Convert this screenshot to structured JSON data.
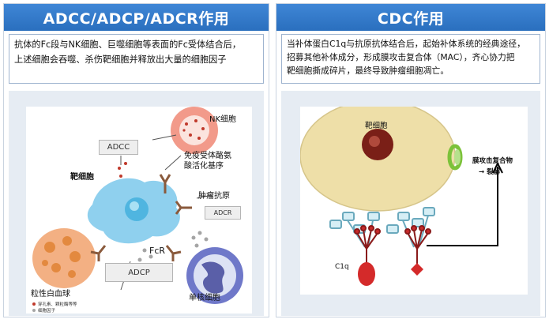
{
  "left_panel": {
    "title": "ADCC/ADCP/ADCR作用",
    "description_line1": "抗体的Fc段与NK细胞、巨噬细胞等表面的Fc受体结合后，",
    "description_line2": "上述细胞会吞噬、杀伤靶细胞并释放出大量的细胞因子",
    "figure": {
      "adcc_label": "ADCC",
      "nk_label": "NK细胞",
      "receptor_label_line1": "免疫受体酪氨",
      "receptor_label_line2": "酸活化基序",
      "target_label": "靶细胞",
      "antigen_label": "肿瘤抗原",
      "adcr_label": "ADCR",
      "fcr_label": "FcR",
      "adcp_label": "ADCP",
      "granulocyte_label": "粒性白血球",
      "monocyte_label": "单核细胞",
      "legend_item1": "穿孔素、颗粒酶等等",
      "legend_item2": "细胞因子"
    }
  },
  "right_panel": {
    "title": "CDC作用",
    "description_line1": "当补体蛋白C1q与抗原抗体结合后，起始补体系统的经典途径，",
    "description_line2": "招募其他补体成分，形成膜攻击复合体（MAC），齐心协力把",
    "description_line3": "靶细胞撕成碎片，最终导致肿瘤细胞凋亡。",
    "figure": {
      "target_label": "靶细胞",
      "mac_label_line1": "膜攻击复合物",
      "mac_label_line2": "→ 裂解",
      "c1q_label": "C1q"
    }
  },
  "colors": {
    "title_bar": "#2f78c9",
    "nk_cell": "#f29a8a",
    "target_cell_left": "#8fd0ee",
    "monocyte": "#6f78c9",
    "granulocyte": "#f3b083",
    "target_cell_right": "#eedfa8",
    "nucleus_right": "#7a1f17",
    "mac_ring": "#7cc23a",
    "antibody": "#8fc6d6",
    "c1q": "#b82020"
  }
}
